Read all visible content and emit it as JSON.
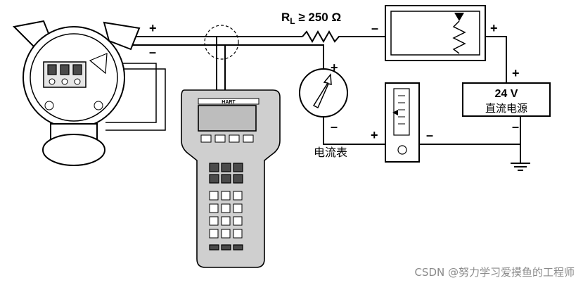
{
  "labels": {
    "resistor": "R",
    "resistor_sub": "L",
    "resistor_rest": " ≥ 250 Ω",
    "ammeter": "电流表",
    "supply_voltage": "24 V",
    "supply_type": "直流电源",
    "plus": "+",
    "minus": "–"
  },
  "communicator": {
    "brand": "HART"
  },
  "watermark": "CSDN @努力学习爱摸鱼的工程师"
}
